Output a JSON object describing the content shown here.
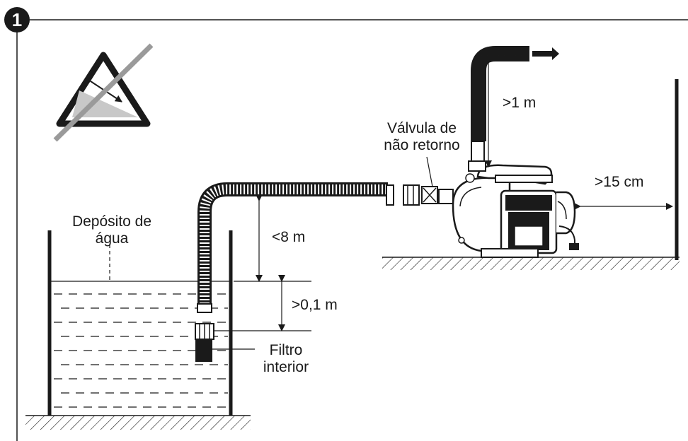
{
  "figure": {
    "step_number": "1",
    "colors": {
      "line": "#1a1a1a",
      "water_fill": "#ffffff",
      "hatch": "#1a1a1a",
      "warning_fill": "#c8c8c8",
      "strike": "#9a9a9a"
    },
    "icons": [
      "warning-triangle-icon",
      "flow-arrow-icon"
    ]
  },
  "labels": {
    "tank": [
      "Depósito de",
      "água"
    ],
    "check_valve": [
      "Válvula de",
      "não retorno"
    ],
    "filter": [
      "Filtro",
      "interior"
    ],
    "dim_outlet_height": ">1 m",
    "dim_wall_clearance": ">15 cm",
    "dim_suction_height": "<8 m",
    "dim_immersion": ">0,1 m"
  }
}
